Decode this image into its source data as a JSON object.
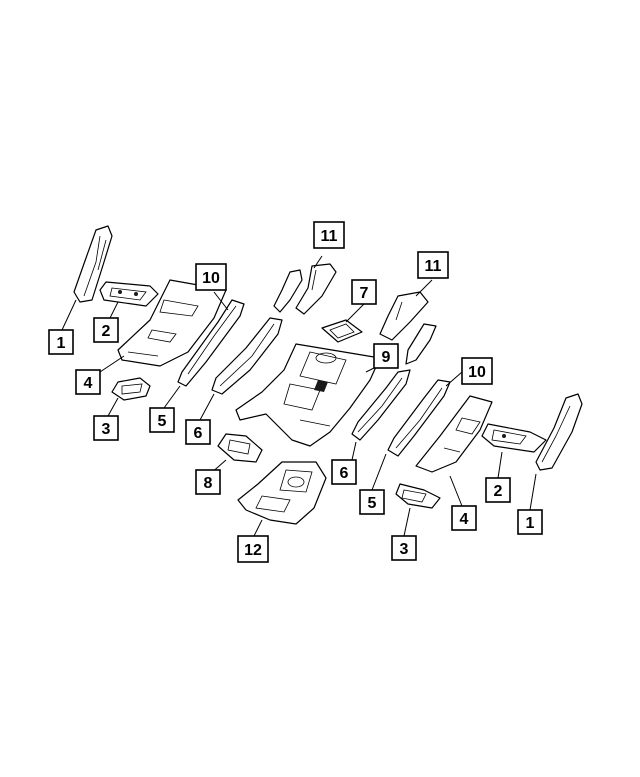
{
  "callouts": [
    {
      "id": "c1a",
      "label": "1"
    },
    {
      "id": "c2a",
      "label": "2"
    },
    {
      "id": "c3a",
      "label": "3"
    },
    {
      "id": "c4a",
      "label": "4"
    },
    {
      "id": "c5a",
      "label": "5"
    },
    {
      "id": "c6a",
      "label": "6"
    },
    {
      "id": "c7",
      "label": "7"
    },
    {
      "id": "c8",
      "label": "8"
    },
    {
      "id": "c9",
      "label": "9"
    },
    {
      "id": "c10a",
      "label": "10"
    },
    {
      "id": "c10b",
      "label": "10"
    },
    {
      "id": "c11a",
      "label": "11"
    },
    {
      "id": "c11b",
      "label": "11"
    },
    {
      "id": "c12",
      "label": "12"
    },
    {
      "id": "c6b",
      "label": "6"
    },
    {
      "id": "c5b",
      "label": "5"
    },
    {
      "id": "c4b",
      "label": "4"
    },
    {
      "id": "c3b",
      "label": "3"
    },
    {
      "id": "c2b",
      "label": "2"
    },
    {
      "id": "c1b",
      "label": "1"
    }
  ],
  "colors": {
    "line": "#000000",
    "background": "#ffffff"
  }
}
